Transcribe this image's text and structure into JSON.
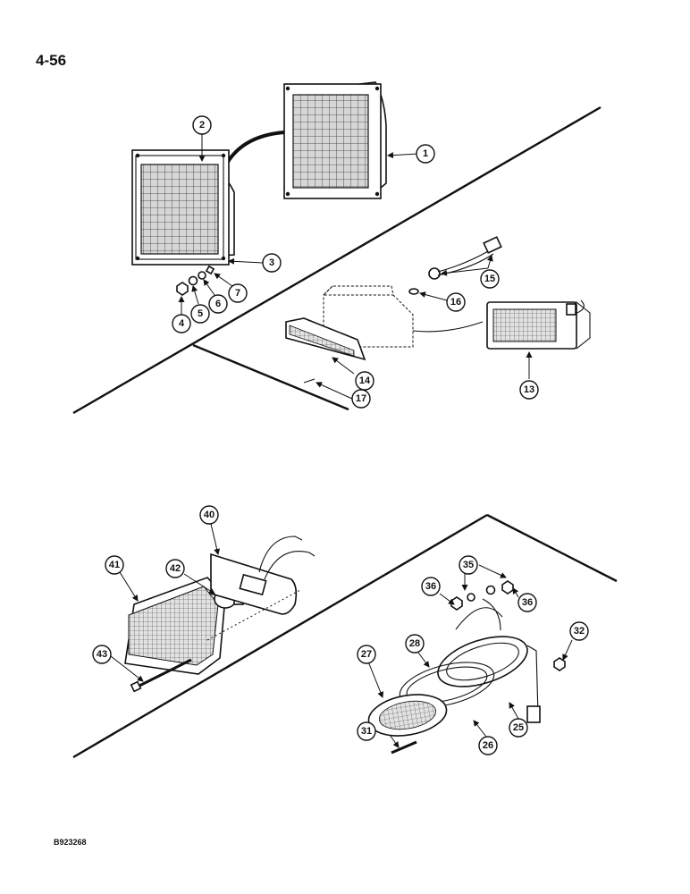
{
  "page": {
    "number": "4-56",
    "figure_code": "B923268"
  },
  "callouts": [
    "1",
    "2",
    "3",
    "4",
    "5",
    "6",
    "7",
    "13",
    "14",
    "15",
    "16",
    "17",
    "25",
    "26",
    "27",
    "28",
    "31",
    "32",
    "35",
    "36",
    "36",
    "40",
    "41",
    "42",
    "43"
  ]
}
